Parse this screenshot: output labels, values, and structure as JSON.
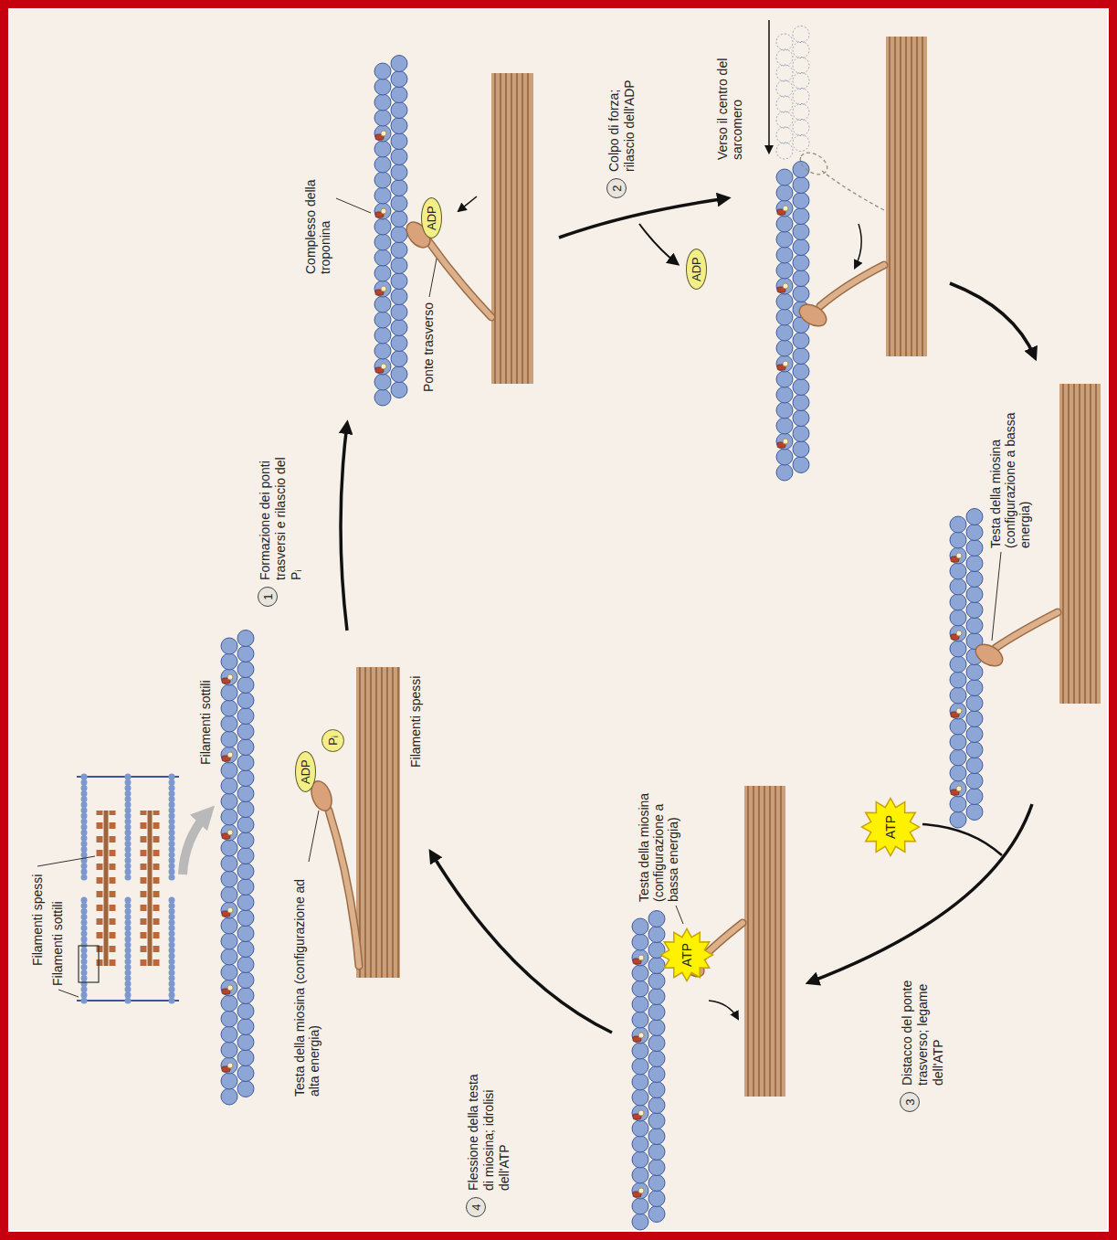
{
  "diagram": {
    "nodes": [
      {
        "text": [
          "ADP"
        ]
      },
      {
        "text": [
          "Pᵢ"
        ]
      },
      {
        "text": [
          "1",
          "Formazione dei ponti trasversi e rilascio del Pᵢ"
        ]
      },
      {
        "text": [
          "ADP"
        ]
      },
      {
        "text": [
          "2",
          "Colpo di forza; rilascio dell'ADP"
        ]
      },
      {
        "text": [
          "ADP"
        ]
      },
      {
        "text": [
          "ATP"
        ]
      },
      {
        "text": [
          "3",
          "Distacco del ponte trasverso; legame dell'ATP"
        ]
      },
      {
        "text": [
          "ATP"
        ]
      },
      {
        "text": [
          "4",
          "Flessione della testa di miosina; idrolisi dell'ATP"
        ]
      }
    ],
    "labels": [
      "Filamenti spessi",
      "Filamenti sottili",
      "Filamenti sottili",
      "Testa della miosina (configurazione ad alta energia)",
      "Filamenti spessi",
      "Complesso della troponina",
      "Ponte trasverso",
      "Verso il centro del sarcomero",
      "Testa della miosina (configurazione a bassa energia)",
      "Testa della miosina (configurazione a bassa energia)"
    ]
  }
}
